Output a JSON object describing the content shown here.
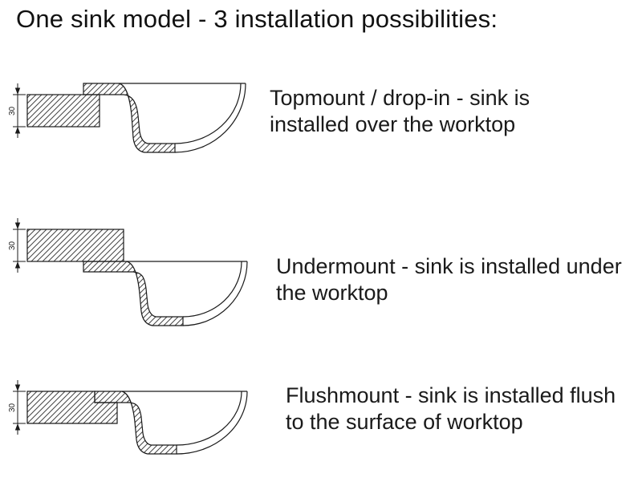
{
  "title": "One sink model - 3 installation possibilities:",
  "colors": {
    "line": "#1a1a1a",
    "background": "#ffffff"
  },
  "rows": [
    {
      "caption": "Topmount / drop-in - sink is installed over the worktop",
      "dimension_label": "30"
    },
    {
      "caption": "Undermount - sink is installed under the worktop",
      "dimension_label": "30"
    },
    {
      "caption": "Flushmount - sink is installed flush to the surface of worktop",
      "dimension_label": "30"
    }
  ]
}
